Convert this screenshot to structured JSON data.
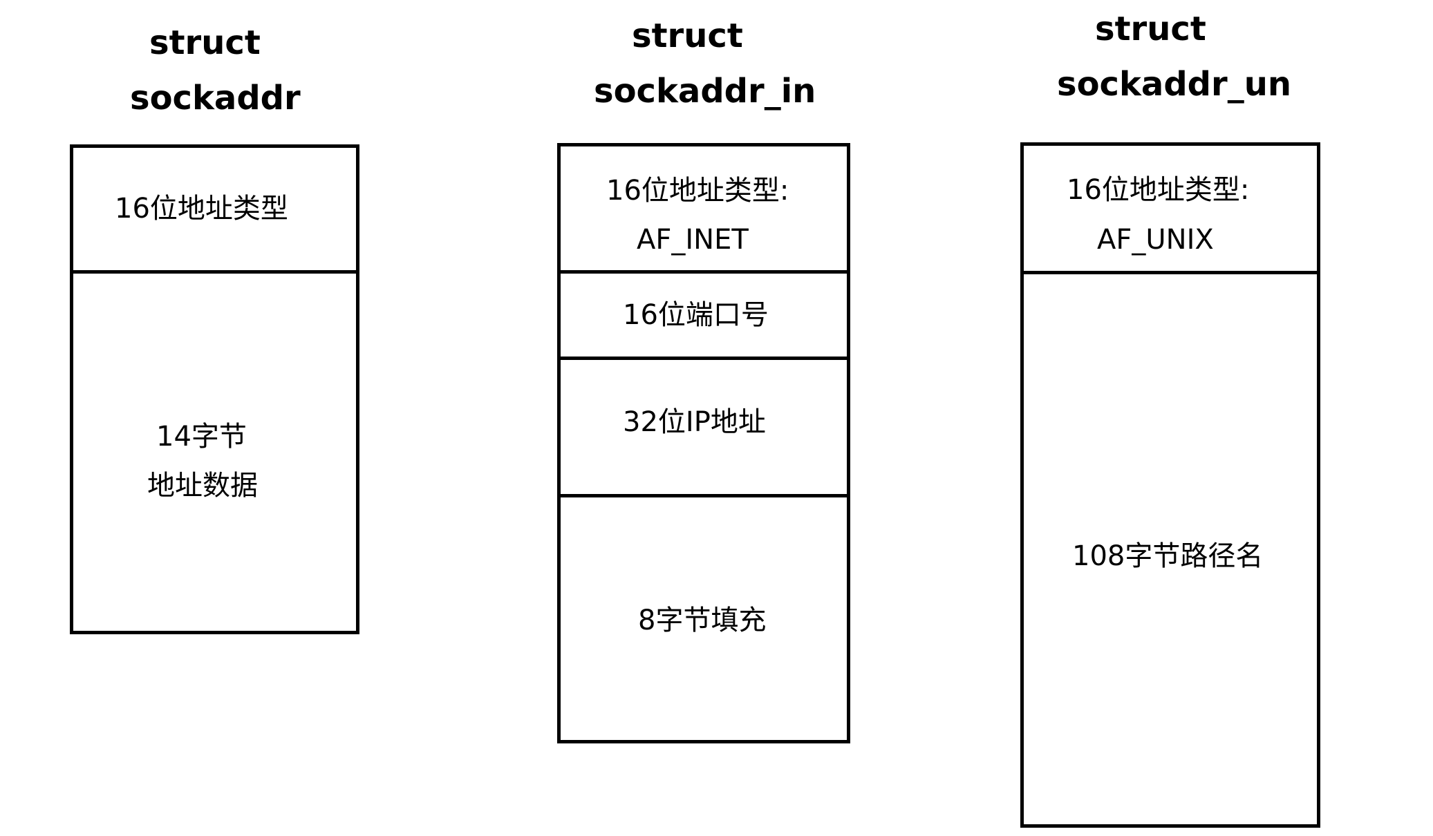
{
  "structs": [
    {
      "title_line1": "struct",
      "title_line2": "sockaddr",
      "fields": [
        {
          "label": "16位地址类型"
        },
        {
          "label_line1": "14字节",
          "label_line2": "地址数据"
        }
      ]
    },
    {
      "title_line1": "struct",
      "title_line2": "sockaddr_in",
      "fields": [
        {
          "label_line1": "16位地址类型:",
          "label_line2": "AF_INET"
        },
        {
          "label": "16位端口号"
        },
        {
          "label": "32位IP地址"
        },
        {
          "label": "8字节填充"
        }
      ]
    },
    {
      "title_line1": "struct",
      "title_line2": "sockaddr_un",
      "fields": [
        {
          "label_line1": "16位地址类型:",
          "label_line2": "AF_UNIX"
        },
        {
          "label": "108字节路径名"
        }
      ]
    }
  ]
}
